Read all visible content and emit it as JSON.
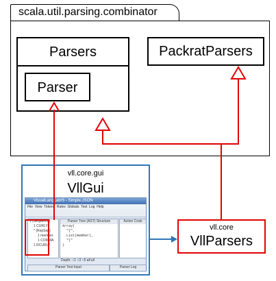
{
  "package": {
    "name": "scala.util.parsing.combinator"
  },
  "classes": {
    "parsers": "Parsers",
    "parser": "Parser",
    "packrat": "PackratParsers"
  },
  "gui_package": {
    "package_name": "vll.core.gui",
    "class_name": "VllGui"
  },
  "core_class": {
    "package_name": "vll.core",
    "class_name": "VllParsers"
  },
  "screenshot": {
    "title": "VisualLangLab/S - Simple.JSON",
    "menu": [
      "File",
      "View",
      "Tokens",
      "Rules",
      "Globals",
      "Test",
      "Log",
      "Help"
    ],
    "tree_pane": "Parser Tree (AST) Structure",
    "action_pane": "Action Code",
    "tree": [
      "1 (Sequence)",
      "1 CURLY",
      "* (RepSep)",
      "1 member",
      "1 COMMA",
      "1 RCURLY"
    ],
    "code": [
      "Array(",
      "\"{\",",
      "List(member),",
      "\"}\"",
      ")"
    ],
    "depth_label": "Depth:",
    "depth_options": [
      "1",
      "3",
      "5",
      "Full"
    ],
    "bottom_left": "Parser Test Input",
    "bottom_right": "Parser Log"
  },
  "colors": {
    "uml_line": "#e00000",
    "gui_border": "#2e75b6",
    "dependency_arrow": "#2e75b6"
  }
}
